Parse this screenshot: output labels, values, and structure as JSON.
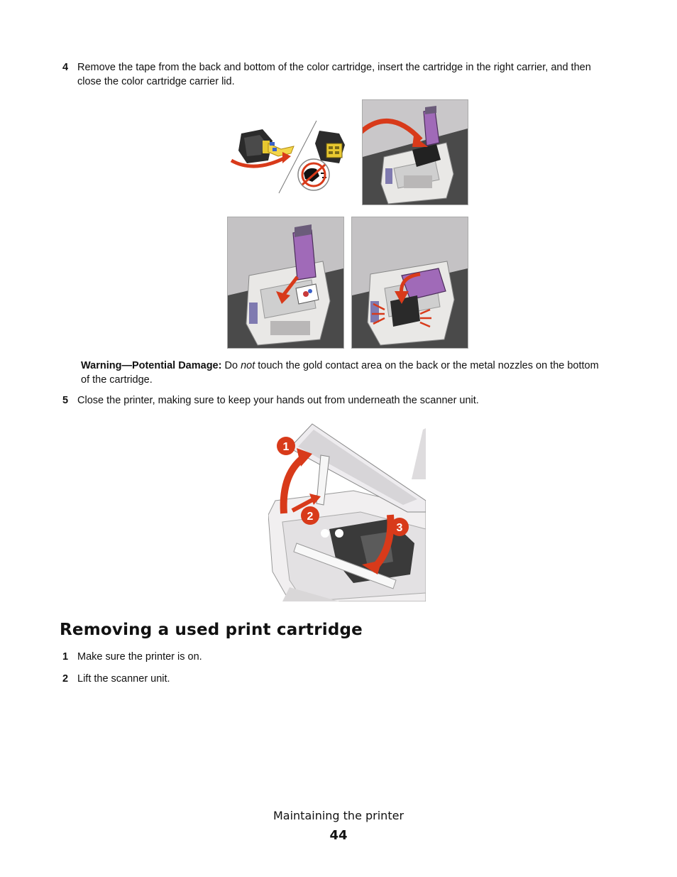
{
  "steps_top": [
    {
      "number": "4",
      "text": "Remove the tape from the back and bottom of the color cartridge, insert the cartridge in the right carrier, and then close the color cartridge carrier lid."
    }
  ],
  "warning": {
    "label": "Warning—Potential Damage:",
    "pre": " Do ",
    "emphasis": "not",
    "post": " touch the gold contact area on the back or the metal nozzles on the bottom of the cartridge."
  },
  "step5": {
    "number": "5",
    "text": "Close the printer, making sure to keep your hands out from underneath the scanner unit."
  },
  "figure_callouts": [
    "1",
    "2",
    "3"
  ],
  "section": {
    "title": "Removing a used print cartridge",
    "steps": [
      {
        "number": "1",
        "text": "Make sure the printer is on."
      },
      {
        "number": "2",
        "text": "Lift the scanner unit."
      }
    ]
  },
  "footer": {
    "chapter": "Maintaining the printer",
    "page": "44"
  },
  "colors": {
    "arrow_red": "#d83a1a",
    "cartridge_purple": "#a06ab8",
    "panel_gray": "#c4c2c4"
  }
}
